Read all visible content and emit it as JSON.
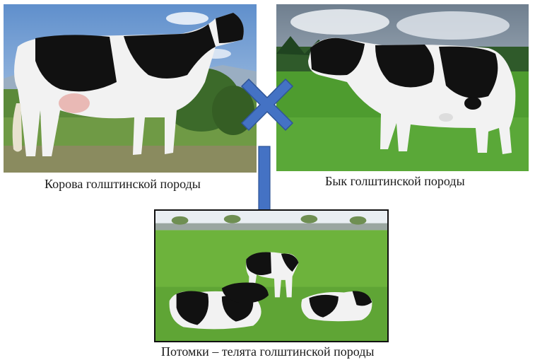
{
  "cow": {
    "caption": "Корова голштинской породы"
  },
  "bull": {
    "caption": "Бык голштинской породы"
  },
  "offspring": {
    "caption": "Потомки – телята голштинской породы"
  },
  "colors": {
    "cross": "#4472c4",
    "arrow": "#4472c4",
    "symbol_outline": "#2f5597",
    "sky": "#8fb3d9",
    "grass": "#5fa535",
    "coat_black": "#111111",
    "coat_white": "#f2f2f2"
  },
  "icons": {
    "cross": "cross-mark-icon",
    "arrow": "down-arrow-icon"
  }
}
